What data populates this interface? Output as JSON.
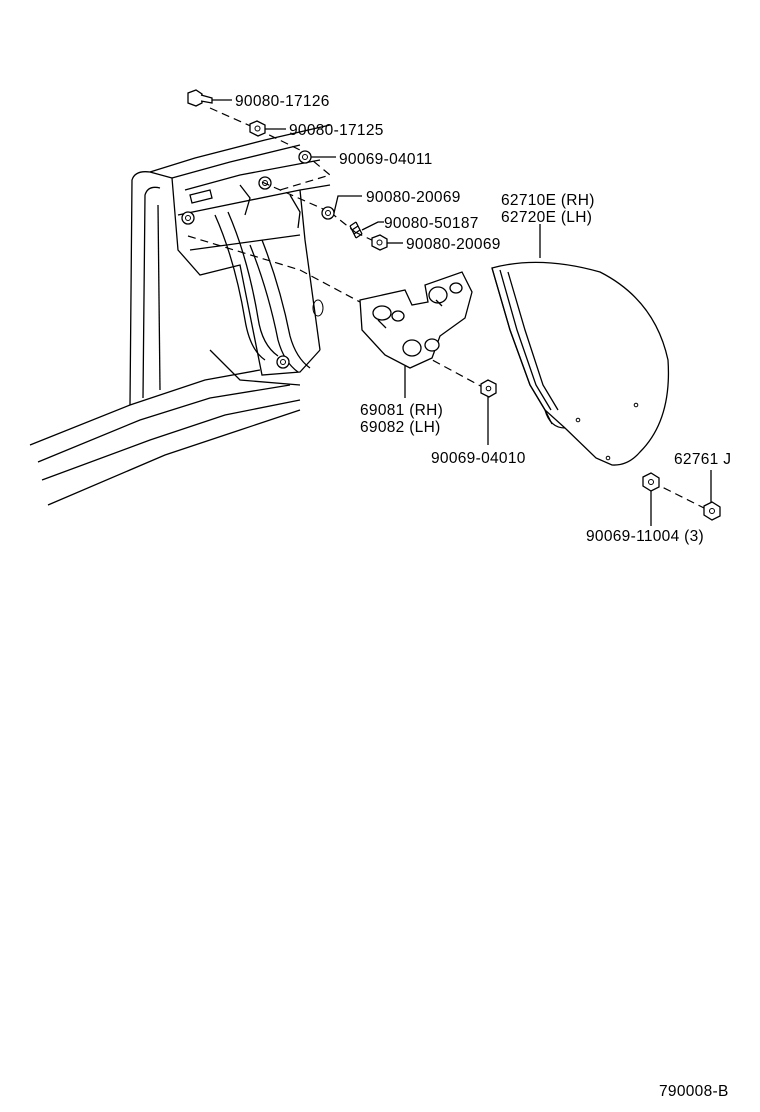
{
  "diagram": {
    "parts": [
      {
        "id": "bolt_top",
        "label": "90080-17126"
      },
      {
        "id": "nut_1",
        "label": "90080-17125"
      },
      {
        "id": "nut_2",
        "label": "90069-04011"
      },
      {
        "id": "nut_3",
        "label": "90080-20069"
      },
      {
        "id": "spring",
        "label": "90080-50187"
      },
      {
        "id": "nut_4",
        "label": "90080-20069"
      },
      {
        "id": "glass_rh",
        "label": "62710E (RH)"
      },
      {
        "id": "glass_lh",
        "label": "62720E (LH)"
      },
      {
        "id": "hinge_rh",
        "label": "69081 (RH)"
      },
      {
        "id": "hinge_lh",
        "label": "69082 (LH)"
      },
      {
        "id": "nut_5",
        "label": "90069-04010"
      },
      {
        "id": "cap",
        "label": "62761 J"
      },
      {
        "id": "nut_6",
        "label": "90069-11004 (3)"
      }
    ],
    "figure_code": "790008-B"
  }
}
